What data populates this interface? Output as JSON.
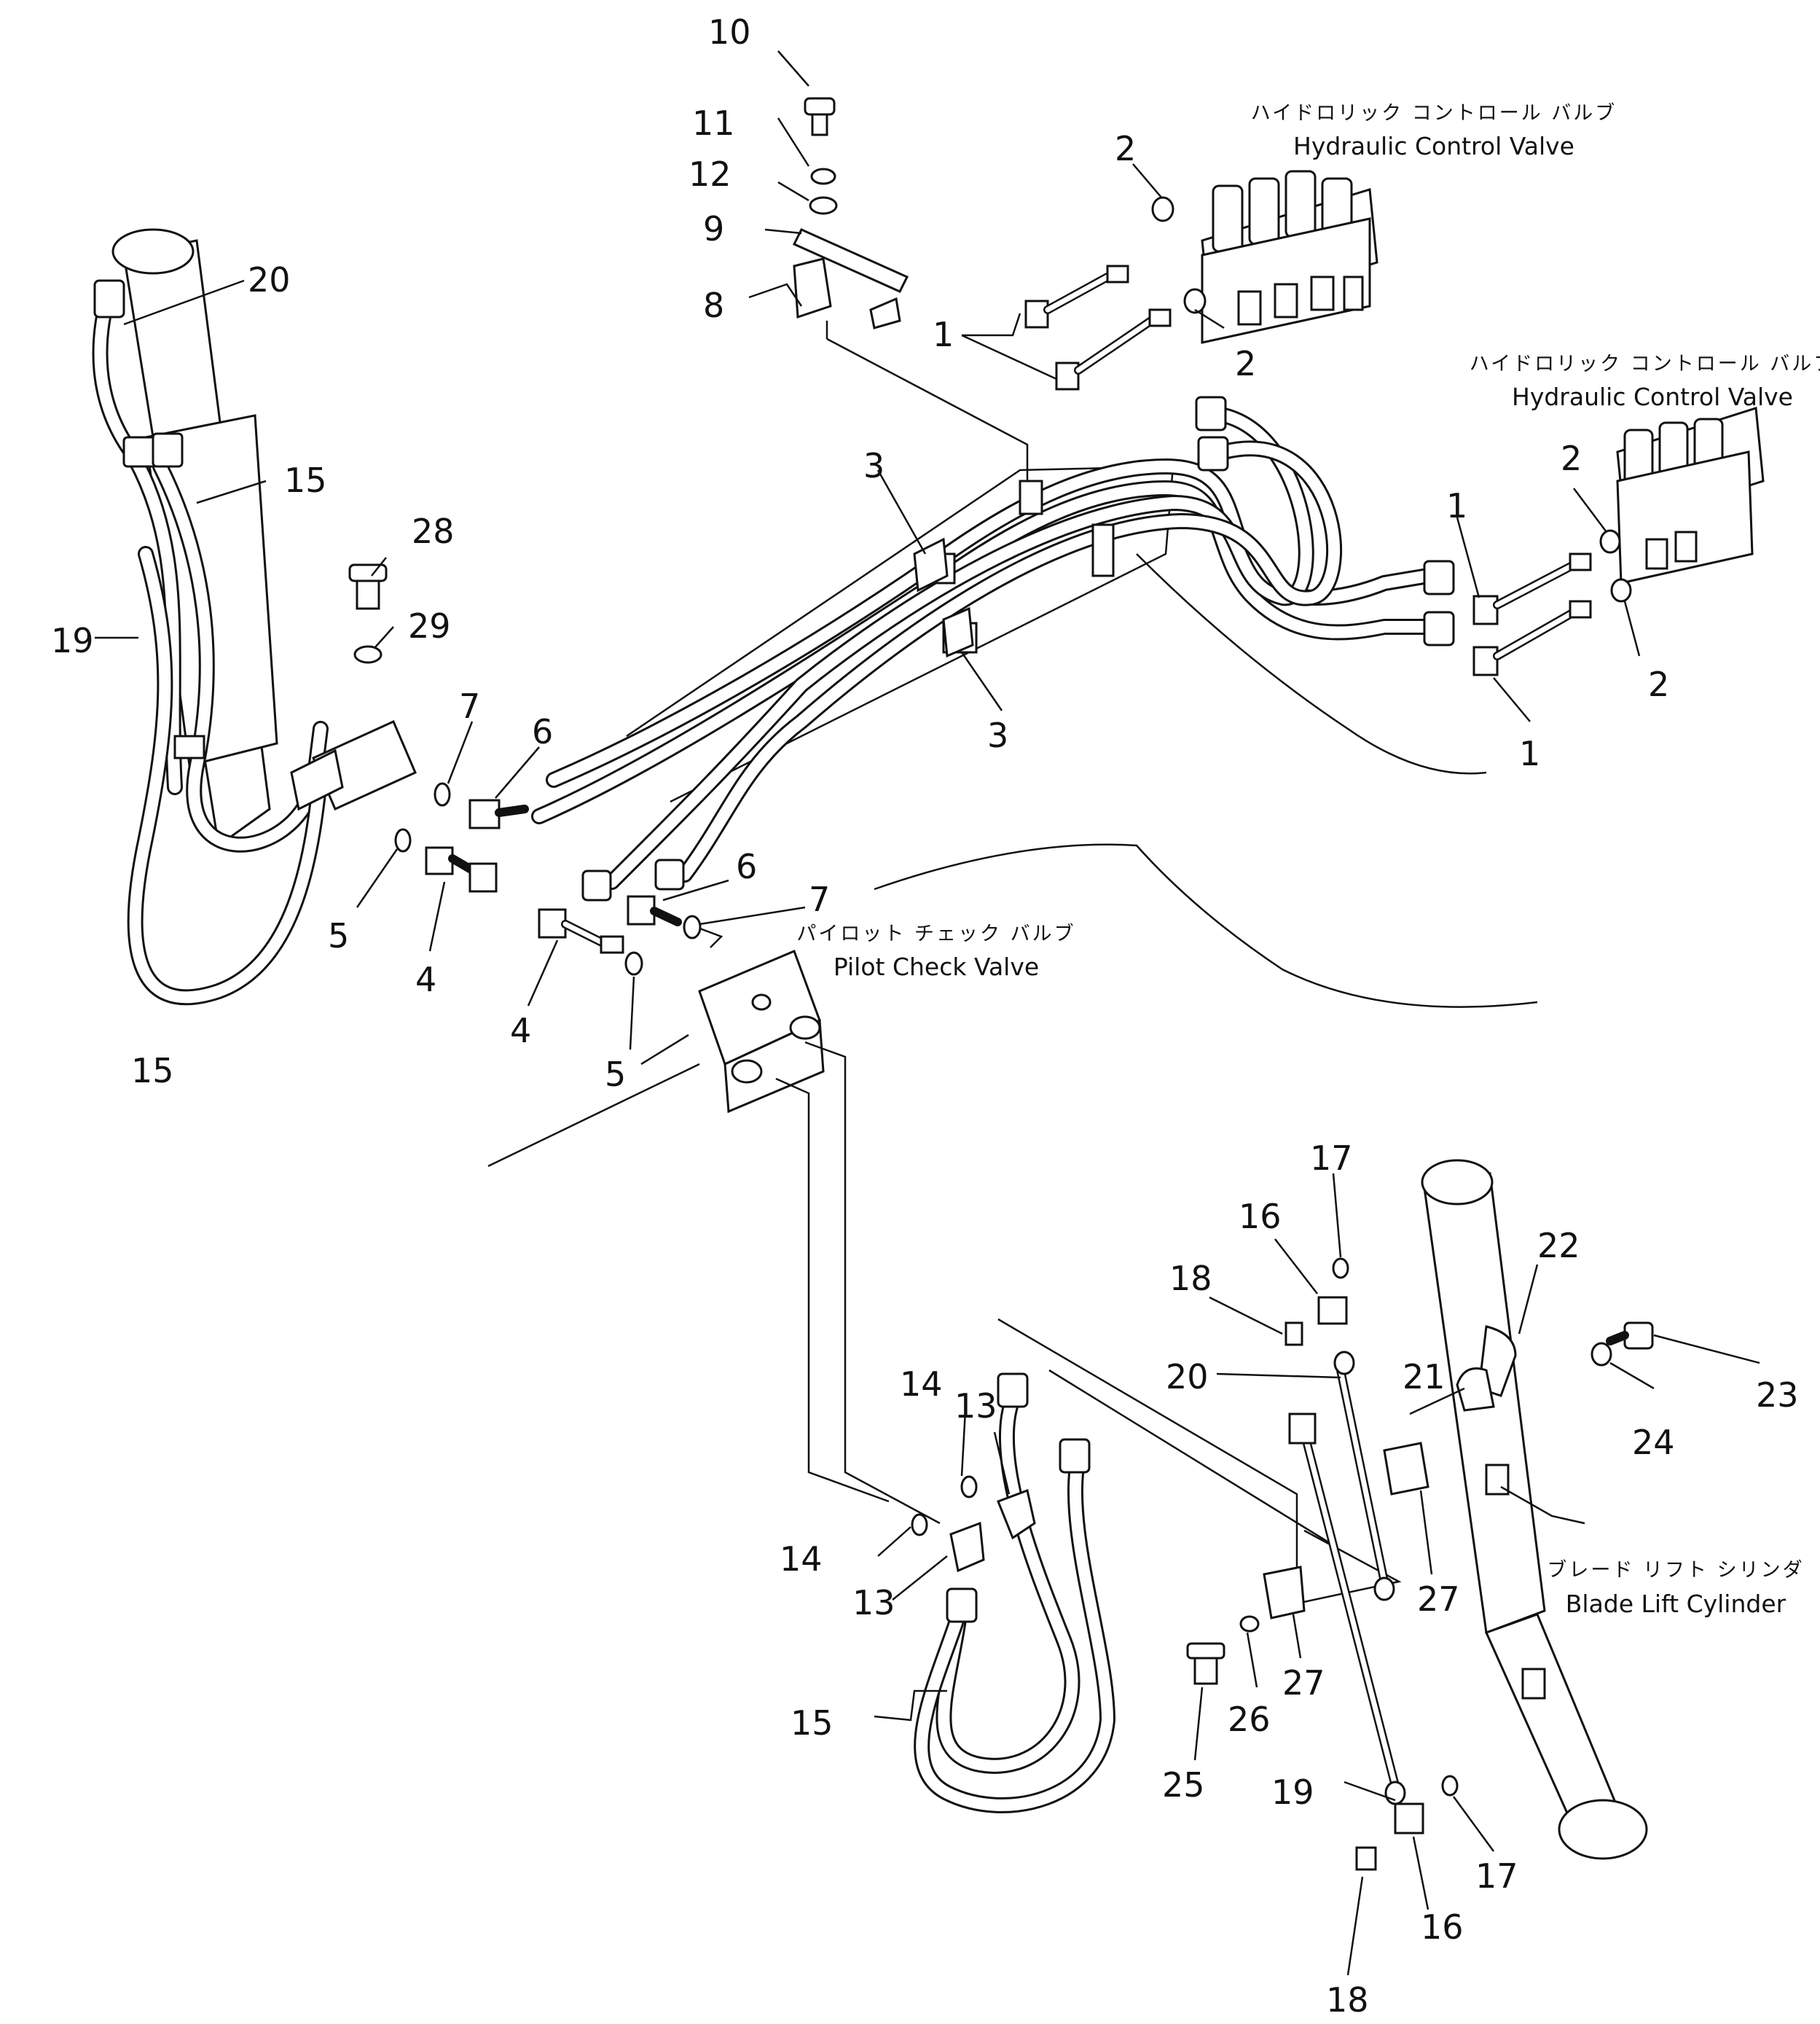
{
  "components": [
    {
      "id": "hcv1",
      "jp": "ハイドロリック コントロール バルブ",
      "en": "Hydraulic Control Valve"
    },
    {
      "id": "hcv2",
      "jp": "ハイドロリック コントロール バルブ",
      "en": "Hydraulic Control Valve"
    },
    {
      "id": "pcv",
      "jp": "パイロット チェック バルブ",
      "en": "Pilot Check Valve"
    },
    {
      "id": "blc",
      "jp": "ブレード リフト シリンダ",
      "en": "Blade Lift Cylinder"
    }
  ],
  "callouts": [
    {
      "n": "10"
    },
    {
      "n": "11"
    },
    {
      "n": "12"
    },
    {
      "n": "9"
    },
    {
      "n": "8"
    },
    {
      "n": "2"
    },
    {
      "n": "2"
    },
    {
      "n": "1"
    },
    {
      "n": "2"
    },
    {
      "n": "1"
    },
    {
      "n": "2"
    },
    {
      "n": "1"
    },
    {
      "n": "20"
    },
    {
      "n": "15"
    },
    {
      "n": "19"
    },
    {
      "n": "28"
    },
    {
      "n": "29"
    },
    {
      "n": "3"
    },
    {
      "n": "3"
    },
    {
      "n": "7"
    },
    {
      "n": "6"
    },
    {
      "n": "5"
    },
    {
      "n": "4"
    },
    {
      "n": "15"
    },
    {
      "n": "6"
    },
    {
      "n": "7"
    },
    {
      "n": "4"
    },
    {
      "n": "5"
    },
    {
      "n": "17"
    },
    {
      "n": "16"
    },
    {
      "n": "22"
    },
    {
      "n": "18"
    },
    {
      "n": "21"
    },
    {
      "n": "20"
    },
    {
      "n": "23"
    },
    {
      "n": "24"
    },
    {
      "n": "14"
    },
    {
      "n": "13"
    },
    {
      "n": "14"
    },
    {
      "n": "13"
    },
    {
      "n": "27"
    },
    {
      "n": "27"
    },
    {
      "n": "26"
    },
    {
      "n": "25"
    },
    {
      "n": "15"
    },
    {
      "n": "19"
    },
    {
      "n": "17"
    },
    {
      "n": "16"
    },
    {
      "n": "18"
    }
  ]
}
